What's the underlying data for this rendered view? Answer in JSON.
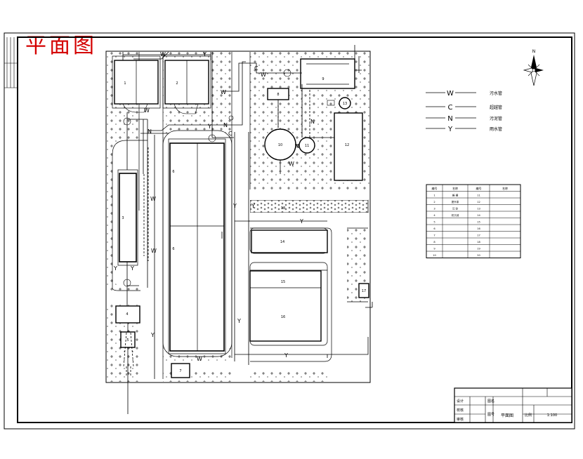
{
  "drawing": {
    "heading": "平面图",
    "colors": {
      "line": "#000000",
      "heading": "#d40000",
      "stipple": "#000000"
    },
    "compass": {
      "icon": "north-arrow-icon"
    },
    "legend": [
      {
        "code": "W",
        "label": "污水管"
      },
      {
        "code": "C",
        "label": "超越管"
      },
      {
        "code": "N",
        "label": "污泥管"
      },
      {
        "code": "Y",
        "label": "雨水管"
      }
    ],
    "pipe_letters": {
      "w": "W",
      "c": "C",
      "n": "N",
      "y": "Y"
    },
    "unit_numbers": [
      "1",
      "2",
      "3",
      "4",
      "5",
      "6",
      "7",
      "8",
      "9",
      "10",
      "11",
      "12",
      "13",
      "14",
      "15",
      "16",
      "17",
      "18",
      "19",
      "20"
    ],
    "table": {
      "headers": [
        "编号",
        "名称",
        "编号",
        "名称"
      ],
      "rows": [
        [
          "1",
          "格 栅",
          "11",
          "",
          "",
          ""
        ],
        [
          "2",
          "提升泵",
          "12",
          "",
          "",
          ""
        ],
        [
          "3",
          "沉 砂",
          "13",
          "",
          "",
          ""
        ],
        [
          "4",
          "初沉池",
          "14",
          "",
          "",
          ""
        ],
        [
          "5",
          "",
          "15",
          "",
          "",
          ""
        ],
        [
          "6",
          "",
          "16",
          "",
          "",
          ""
        ],
        [
          "7",
          "",
          "17",
          "",
          "",
          ""
        ],
        [
          "8",
          "",
          "18",
          "",
          "",
          ""
        ],
        [
          "9",
          "",
          "19",
          "",
          "",
          ""
        ],
        [
          "10",
          "",
          "20",
          "",
          "",
          ""
        ]
      ]
    },
    "title_block": {
      "top_cell": "",
      "left_labels": [
        "设计",
        "校核",
        "",
        "审核"
      ],
      "mid_label_a": "图名",
      "mid_label_b": "图号",
      "project_name": "",
      "drawing_name": "平面图",
      "scale_label": "比例",
      "scale_value": "1:100",
      "right_cells": [
        "",
        "",
        ""
      ]
    }
  }
}
